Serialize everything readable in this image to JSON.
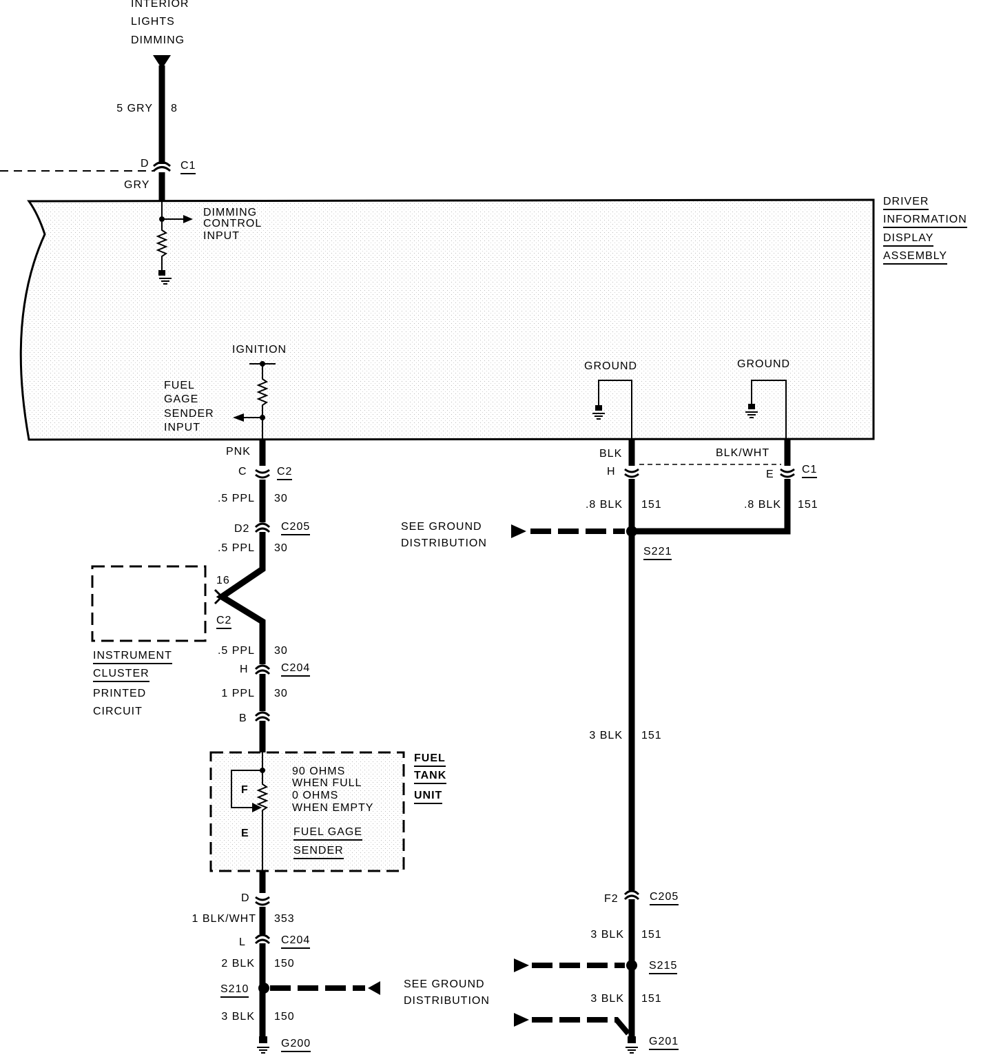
{
  "interior": {
    "line1": "INTERIOR",
    "line2": "LIGHTS",
    "line3": "DIMMING"
  },
  "dim_wire": {
    "size_color": "5 GRY",
    "circuit": "8"
  },
  "conn_c1_top": {
    "pin": "D",
    "name": "C1",
    "wire_color": "GRY"
  },
  "assembly": {
    "line1": "DRIVER",
    "line2": "INFORMATION",
    "line3": "DISPLAY",
    "line4": "ASSEMBLY"
  },
  "dimming_input": {
    "line1": "DIMMING",
    "line2": "CONTROL",
    "line3": "INPUT"
  },
  "ignition": "IGNITION",
  "fuel_input": {
    "line1": "FUEL",
    "line2": "GAGE",
    "line3": "SENDER",
    "line4": "INPUT"
  },
  "ground1": "GROUND",
  "ground2": "GROUND",
  "left_chain": {
    "pnk": "PNK",
    "c2_pin": "C",
    "c2_name": "C2",
    "w1_size": ".5 PPL",
    "w1_circ": "30",
    "c205_pin": "D2",
    "c205_name": "C205",
    "w2_size": ".5 PPL",
    "w2_circ": "30",
    "cluster_pin": "16",
    "cluster_conn": "C2",
    "w3_size": ".5 PPL",
    "w3_circ": "30",
    "c204_pin": "H",
    "c204_name": "C204",
    "w4_size": "1 PPL",
    "w4_circ": "30",
    "b_pin": "B",
    "d_pin": "D",
    "w5_size": "1 BLK/WHT",
    "w5_circ": "353",
    "l_pin": "L",
    "c204b_name": "C204",
    "w6_size": "2 BLK",
    "w6_circ": "150",
    "s210": "S210",
    "w7_size": "3 BLK",
    "w7_circ": "150",
    "g200": "G200"
  },
  "cluster": {
    "line1": "INSTRUMENT",
    "line2": "CLUSTER",
    "line3": "PRINTED",
    "line4": "CIRCUIT"
  },
  "fuel_tank": {
    "line1": "FUEL",
    "line2": "TANK",
    "line3": "UNIT"
  },
  "sender": {
    "f": "F",
    "e": "E",
    "spec1": "90 OHMS",
    "spec2": "WHEN FULL",
    "spec3": "0 OHMS",
    "spec4": "WHEN EMPTY",
    "name1": "FUEL GAGE",
    "name2": "SENDER"
  },
  "right_chain": {
    "blk": "BLK",
    "blkwht": "BLK/WHT",
    "h_pin": "H",
    "e_pin": "E",
    "c1_name": "C1",
    "w1_size": ".8 BLK",
    "w1_circ": "151",
    "w2_size": ".8 BLK",
    "w2_circ": "151",
    "s221": "S221",
    "w3_size": "3 BLK",
    "w3_circ": "151",
    "f2_pin": "F2",
    "c205_name": "C205",
    "w4_size": "3 BLK",
    "w4_circ": "151",
    "s215": "S215",
    "w5_size": "3 BLK",
    "w5_circ": "151",
    "g201": "G201"
  },
  "see_ground_1": {
    "line1": "SEE GROUND",
    "line2": "DISTRIBUTION"
  },
  "see_ground_2": {
    "line1": "SEE GROUND",
    "line2": "DISTRIBUTION"
  }
}
